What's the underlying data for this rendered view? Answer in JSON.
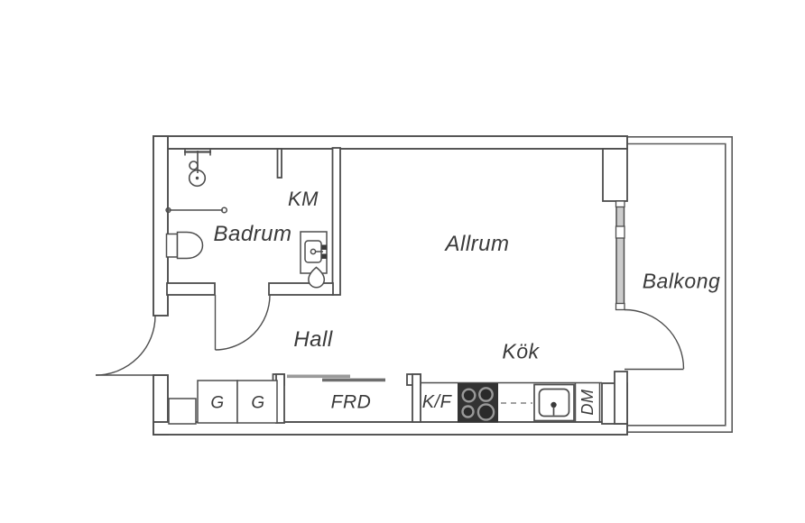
{
  "floor_plan": {
    "rooms": {
      "badrum": {
        "label": "Badrum"
      },
      "km": {
        "label": "KM"
      },
      "allrum": {
        "label": "Allrum"
      },
      "hall": {
        "label": "Hall"
      },
      "kok": {
        "label": "Kök"
      },
      "balkong": {
        "label": "Balkong"
      },
      "frd": {
        "label": "FRD"
      },
      "kf": {
        "label": "K/F"
      },
      "g1": {
        "label": "G"
      },
      "g2": {
        "label": "G"
      },
      "dm": {
        "label": "DM"
      }
    },
    "icons": [
      "shower-icon",
      "shower-rail-icon",
      "toilet-icon",
      "washbasin-icon",
      "stove-icon",
      "kitchen-sink-icon",
      "sliding-door-icon",
      "door-swing-icon",
      "window-wall-icon",
      "wardrobe-box-icon"
    ],
    "colors": {
      "background": "#ffffff",
      "wall_line": "#4d4d4d",
      "text": "#3a3a3a",
      "stove_fill": "#333333",
      "burner_ring": "#999999",
      "sliding_door_front": "#9a9a9a",
      "sliding_door_back": "#6e6e6e",
      "window_glass": "#cccccc"
    }
  }
}
